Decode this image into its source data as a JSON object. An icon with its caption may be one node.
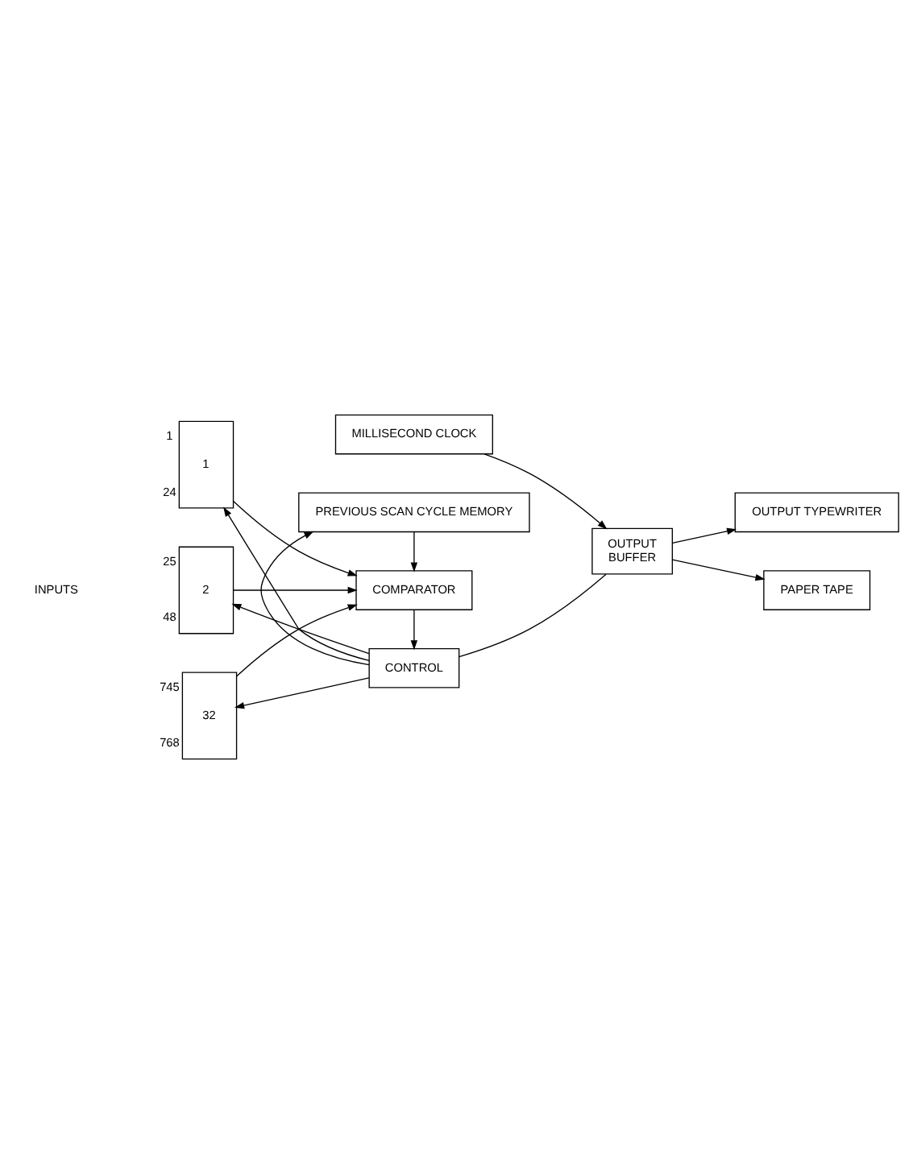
{
  "diagram": {
    "nodes": [
      {
        "text": [
          "1"
        ],
        "beside": [
          "1",
          "24"
        ]
      },
      {
        "text": [
          "2"
        ],
        "beside": [
          "25",
          "48"
        ]
      },
      {
        "text": [
          "32"
        ],
        "beside": [
          "745",
          "768"
        ]
      },
      {
        "text": [
          "COMPARATOR"
        ]
      },
      {
        "text": [
          "PREVIOUS SCAN CYCLE MEMORY"
        ]
      },
      {
        "text": [
          "CONTROL"
        ]
      },
      {
        "text": [
          "MILLISECOND CLOCK"
        ]
      },
      {
        "text": [
          "OUTPUT",
          "BUFFER"
        ]
      },
      {
        "text": [
          "OUTPUT TYPEWRITER"
        ]
      },
      {
        "text": [
          "PAPER TAPE"
        ]
      }
    ],
    "edges": [
      {
        "from": 0,
        "to": 3,
        "arrow": "to"
      },
      {
        "from": 1,
        "to": 3,
        "arrow": "to"
      },
      {
        "from": 2,
        "to": 3,
        "arrow": "to"
      },
      {
        "from": 4,
        "to": 3,
        "arrow": "to"
      },
      {
        "from": 3,
        "to": 5,
        "arrow": "to"
      },
      {
        "from": 5,
        "to": 4,
        "arrow": "to"
      },
      {
        "from": 5,
        "to": 0,
        "arrow": "to"
      },
      {
        "from": 5,
        "to": 1,
        "arrow": "to"
      },
      {
        "from": 5,
        "to": 2,
        "arrow": "to"
      },
      {
        "from": 5,
        "to": 7,
        "arrow": "none"
      },
      {
        "from": 6,
        "to": 7,
        "arrow": "to"
      },
      {
        "from": 7,
        "to": 8,
        "arrow": "to"
      },
      {
        "from": 7,
        "to": 9,
        "arrow": "to"
      }
    ],
    "labels": [
      "INPUTS"
    ]
  }
}
